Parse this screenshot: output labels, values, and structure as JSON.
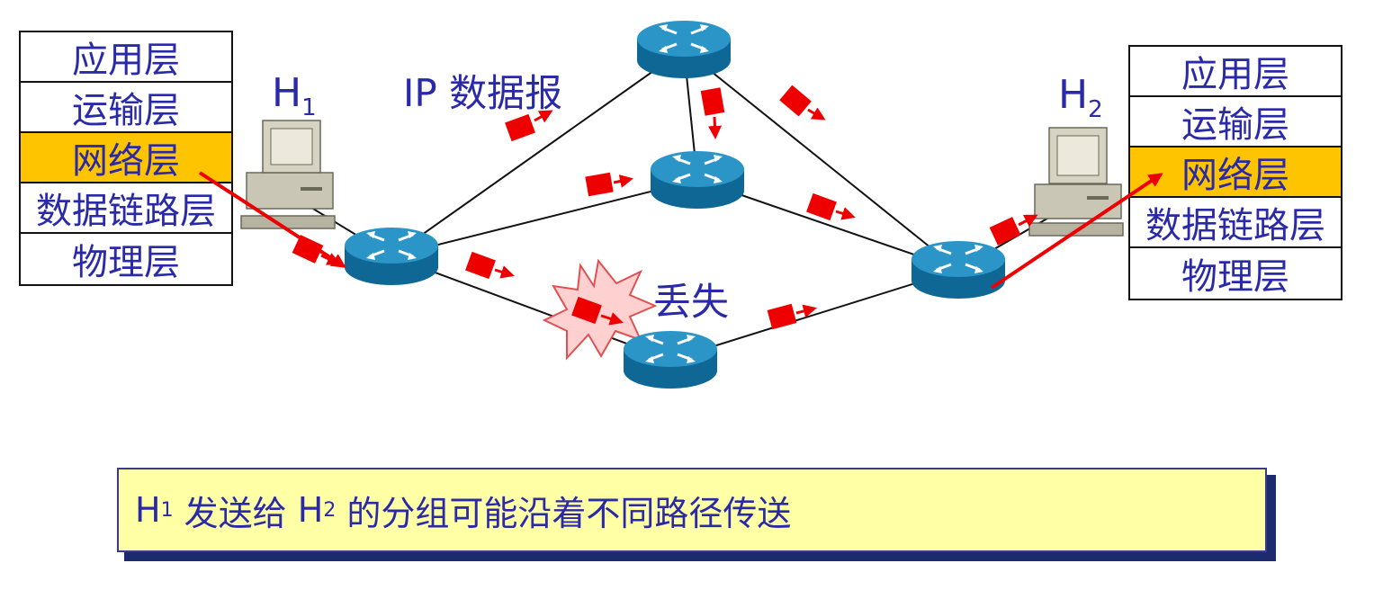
{
  "left_stack": {
    "layers": [
      {
        "label": "应用层",
        "highlight": false
      },
      {
        "label": "运输层",
        "highlight": false
      },
      {
        "label": "网络层",
        "highlight": true
      },
      {
        "label": "数据链路层",
        "highlight": false
      },
      {
        "label": "物理层",
        "highlight": false
      }
    ]
  },
  "right_stack": {
    "layers": [
      {
        "label": "应用层",
        "highlight": false
      },
      {
        "label": "运输层",
        "highlight": false
      },
      {
        "label": "网络层",
        "highlight": true
      },
      {
        "label": "数据链路层",
        "highlight": false
      },
      {
        "label": "物理层",
        "highlight": false
      }
    ]
  },
  "host1": {
    "name": "H",
    "sub": "1"
  },
  "host2": {
    "name": "H",
    "sub": "2"
  },
  "datagram_label": "IP 数据报",
  "lost_label": "丢失",
  "caption": {
    "h1": "H",
    "h1_sub": "1",
    "mid": " 发送给 ",
    "h2": "H",
    "h2_sub": "2",
    "rest": " 的分组可能沿着不同路径传送"
  },
  "colors": {
    "highlight": "#ffc400",
    "text": "#2a2aa8",
    "packet": "#ee0000",
    "router_body": "#1f86b9",
    "caption_bg": "#ffffa6"
  }
}
